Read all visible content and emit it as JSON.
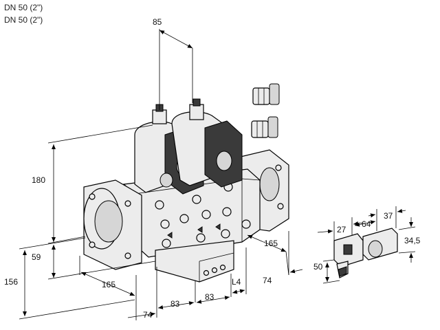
{
  "header": {
    "line1": "DN 50 (2\")",
    "line2": "DN 50 (2\")"
  },
  "dimensions": {
    "top_spacing": "85",
    "height_total": "180",
    "height_lower": "59",
    "height_base": "156",
    "flange_left_depth": "165",
    "flange_right_depth": "165",
    "offset_left": "74",
    "offset_right": "74",
    "pitch_1": "83",
    "pitch_2": "83",
    "l4_label": "L4",
    "solenoid_width": "27",
    "solenoid_length": "64",
    "solenoid_cap": "37",
    "solenoid_height": "50",
    "solenoid_depth": "34,5"
  }
}
